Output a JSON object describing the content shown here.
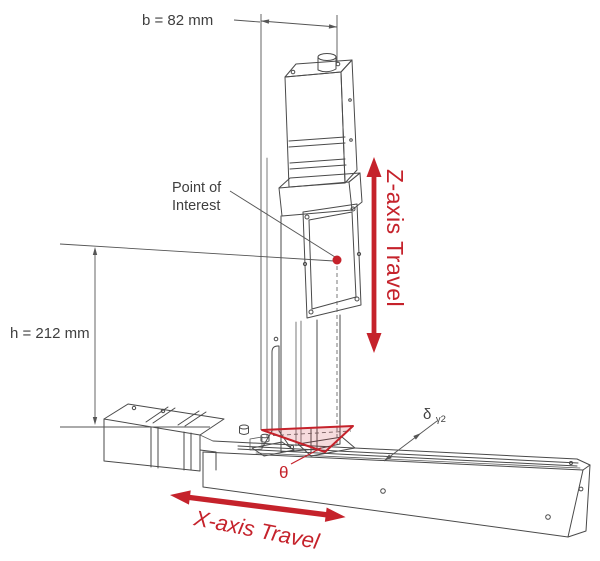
{
  "colors": {
    "accent_red": "#c5222b",
    "triangle_fill": "rgba(197,34,43,0.16)",
    "line_gray": "#4a4a4a",
    "text_gray": "#3f3f3f"
  },
  "annotations": {
    "dim_b": "b = 82 mm",
    "dim_h": "h = 212 mm",
    "poi_line1": "Point of",
    "poi_line2": "Interest",
    "z_travel": "Z-axis Travel",
    "x_travel": "X-axis Travel",
    "theta": "θ",
    "delta": "δ",
    "delta_sub": "γ2"
  }
}
